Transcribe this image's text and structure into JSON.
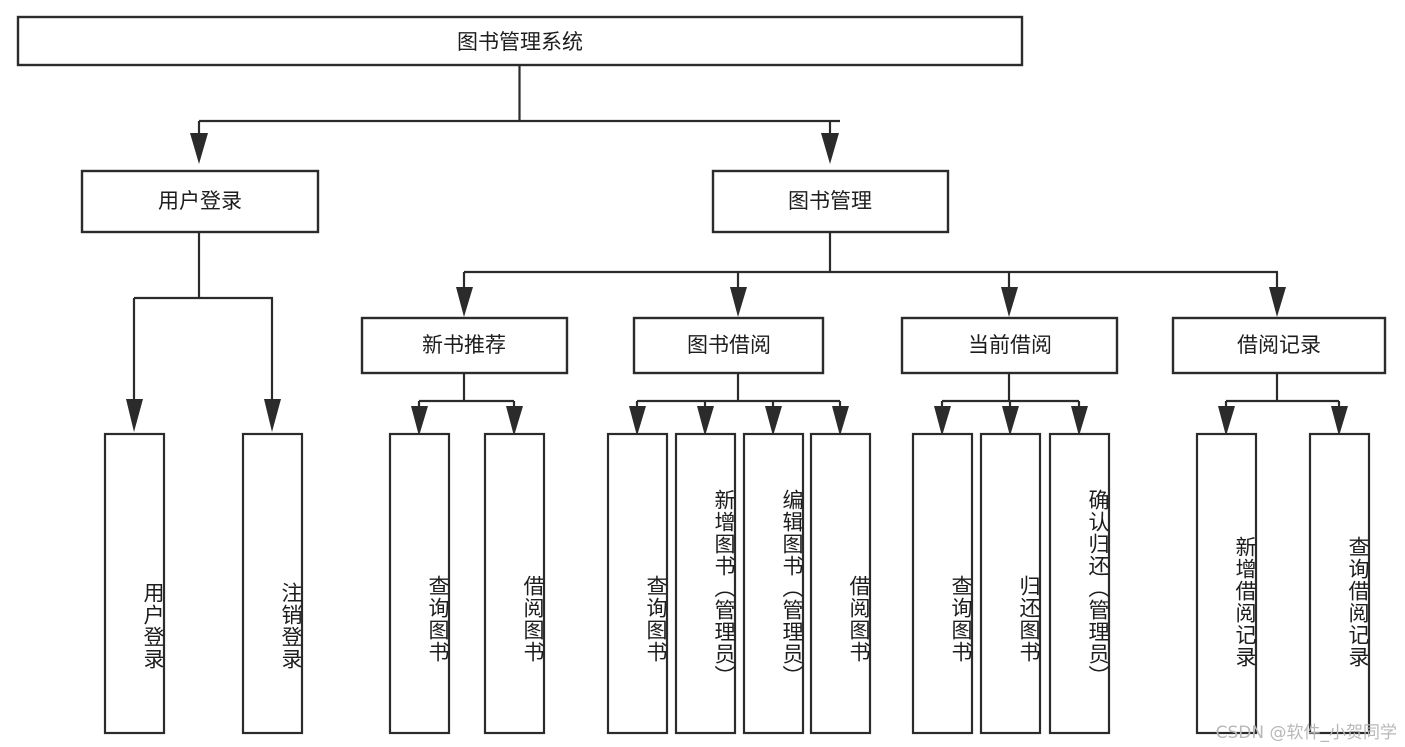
{
  "diagram": {
    "title": "图书管理系统",
    "type": "hierarchy-tree",
    "orientation": "top-down",
    "box_fill": "#ffffff",
    "box_stroke": "#2b2b2b",
    "text_color": "#1d1d1d",
    "levels": {
      "root": {
        "label": "图书管理系统"
      },
      "level2": [
        {
          "label": "用户登录"
        },
        {
          "label": "图书管理"
        }
      ],
      "level3": [
        {
          "label": "新书推荐"
        },
        {
          "label": "图书借阅"
        },
        {
          "label": "当前借阅"
        },
        {
          "label": "借阅记录"
        }
      ],
      "leaves": [
        {
          "label": "用户登录",
          "parent": "用户登录"
        },
        {
          "label": "注销登录",
          "parent": "用户登录"
        },
        {
          "label": "查询图书",
          "parent": "新书推荐"
        },
        {
          "label": "借阅图书",
          "parent": "新书推荐"
        },
        {
          "label": "查询图书",
          "parent": "图书借阅"
        },
        {
          "label": "新增图书（管理员）",
          "parent": "图书借阅"
        },
        {
          "label": "编辑图书（管理员）",
          "parent": "图书借阅"
        },
        {
          "label": "借阅图书",
          "parent": "图书借阅"
        },
        {
          "label": "查询图书",
          "parent": "当前借阅"
        },
        {
          "label": "归还图书",
          "parent": "当前借阅"
        },
        {
          "label": "确认归还（管理员）",
          "parent": "当前借阅"
        },
        {
          "label": "新增借阅记录",
          "parent": "借阅记录"
        },
        {
          "label": "查询借阅记录",
          "parent": "借阅记录"
        }
      ]
    }
  },
  "watermark": {
    "text": "CSDN @软件_小贺同学"
  }
}
